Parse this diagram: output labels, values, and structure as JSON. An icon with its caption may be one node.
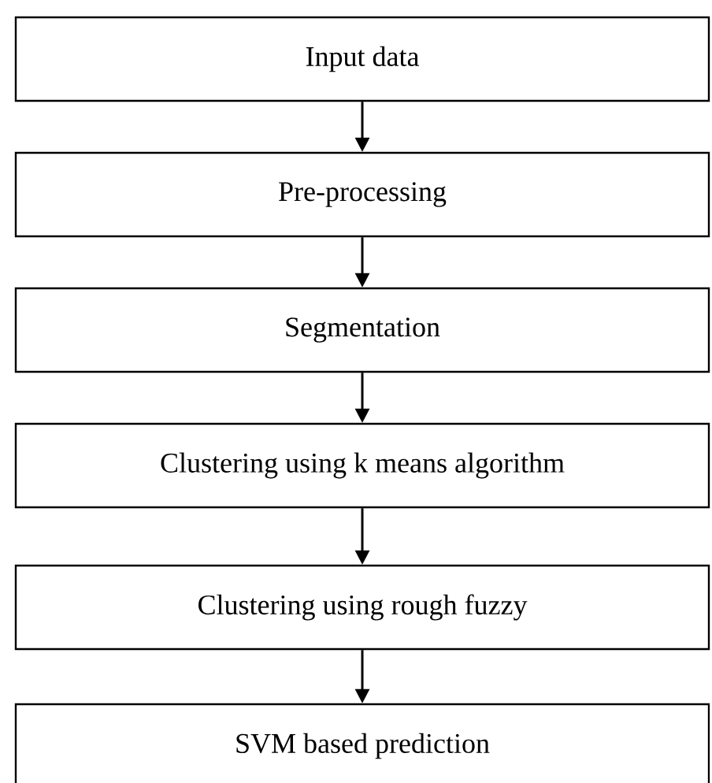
{
  "diagram": {
    "nodes": [
      {
        "text": [
          "Input data"
        ]
      },
      {
        "text": [
          "Pre-processing"
        ]
      },
      {
        "text": [
          "Segmentation"
        ]
      },
      {
        "text": [
          "Clustering using k means algorithm"
        ]
      },
      {
        "text": [
          "Clustering using rough fuzzy"
        ]
      },
      {
        "text": [
          "SVM based prediction"
        ]
      }
    ],
    "edges": [
      {
        "from": 0,
        "to": 1,
        "arrow": "to"
      },
      {
        "from": 1,
        "to": 2,
        "arrow": "to"
      },
      {
        "from": 2,
        "to": 3,
        "arrow": "to"
      },
      {
        "from": 3,
        "to": 4,
        "arrow": "to"
      },
      {
        "from": 4,
        "to": 5,
        "arrow": "to"
      }
    ]
  }
}
